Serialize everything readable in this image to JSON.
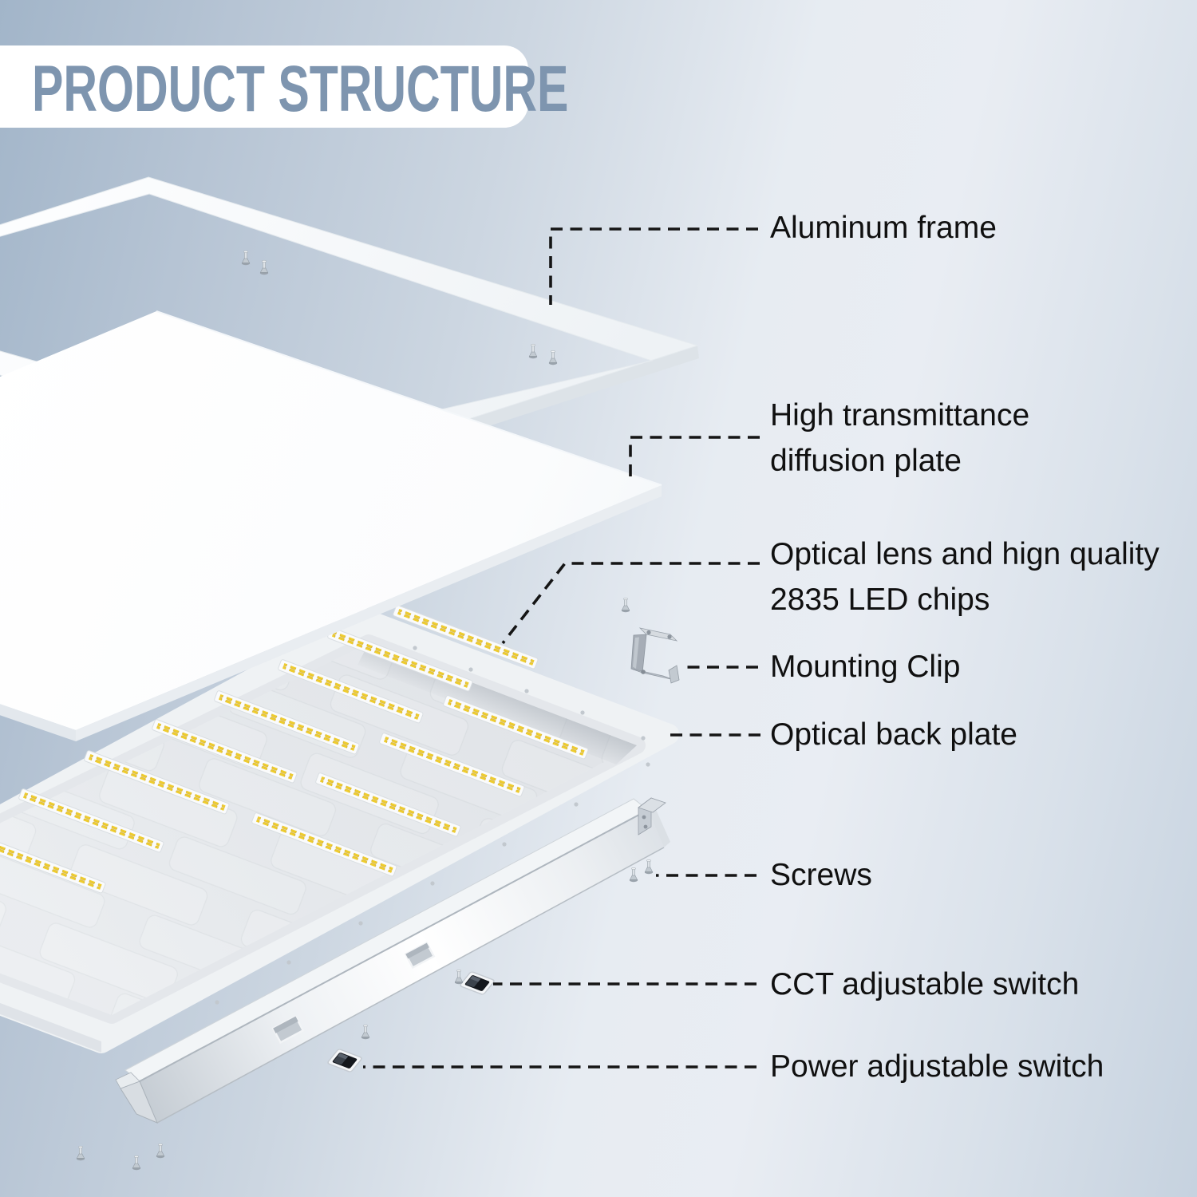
{
  "title": "PRODUCT STRUCTURE",
  "labels": {
    "aluminum_frame": {
      "line1": "Aluminum frame"
    },
    "diffusion_plate": {
      "line1": "High transmittance",
      "line2": "diffusion plate"
    },
    "led_chips": {
      "line1": "Optical lens and hign quality",
      "line2": "2835 LED chips"
    },
    "mounting_clip": {
      "line1": "Mounting Clip"
    },
    "back_plate": {
      "line1": "Optical back plate"
    },
    "screws": {
      "line1": "Screws"
    },
    "cct_switch": {
      "line1": "CCT adjustable switch"
    },
    "power_switch": {
      "line1": "Power adjustable switch"
    }
  },
  "icons": {
    "led_strip": "white bar with yellow 2835 LED chips",
    "screw": "small silver screw",
    "mounting_clip": "Z-shaped metal bracket",
    "cct_switch": "black slide switch",
    "power_switch": "black slide switch"
  },
  "colors": {
    "title_text": "#7e95af",
    "banner": "#ffffff",
    "label_text": "#101010",
    "leader_line": "#151515",
    "led_yellow": "#efcd2f",
    "panel_white": "#fdfefe",
    "back_plate_gray": "#e4e7eb"
  }
}
